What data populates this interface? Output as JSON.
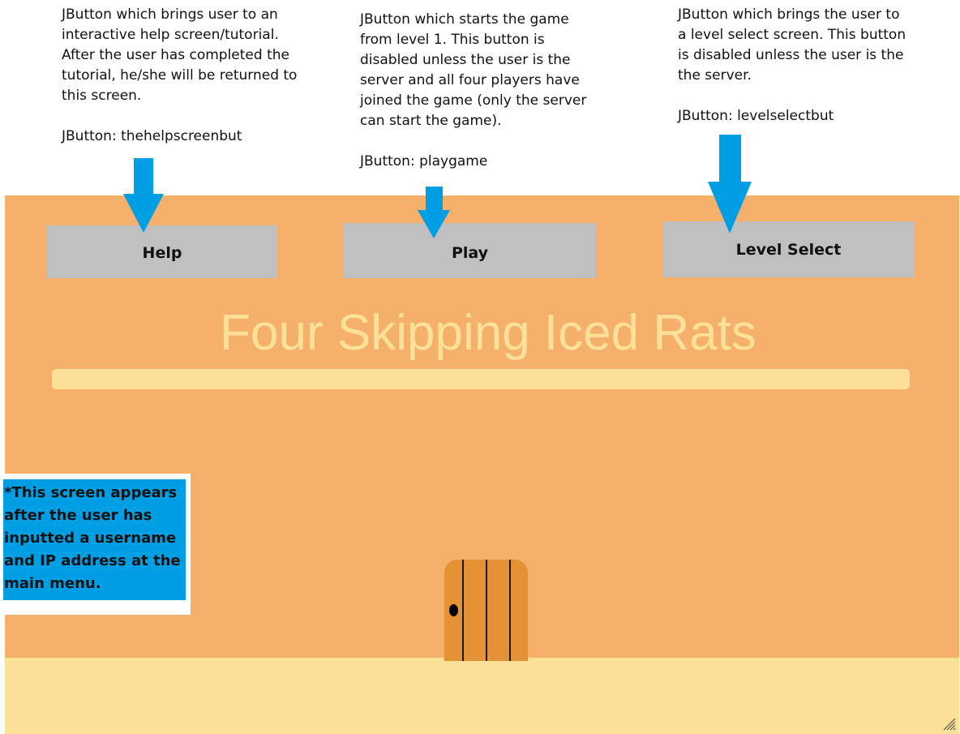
{
  "annotations": {
    "help": "JButton which brings user to an\ninteractive help screen/tutorial.\nAfter the user has completed the\ntutorial, he/she will be returned to\nthis screen.\n\nJButton: thehelpscreenbut",
    "play": "JButton which starts the game\nfrom level 1. This button is\ndisabled unless the user is the\nserver and all four players have\njoined the game (only the server\ncan start the game).\n\nJButton: playgame",
    "level_select": "JButton which brings the user to\na level select screen. This button\nis disabled unless the user is the\nthe server.\n\nJButton: levelselectbut"
  },
  "buttons": {
    "help": "Help",
    "play": "Play",
    "level_select": "Level Select"
  },
  "game": {
    "title": "Four Skipping Iced Rats"
  },
  "note_box": "*This screen appears after the user has inputted a username and IP address at the main menu.",
  "colors": {
    "panel_bg": "#f5b06b",
    "floor": "#fde199",
    "button": "#c0c0c0",
    "arrow": "#009fe3",
    "door": "#e59135",
    "note_box": "#009fe3"
  },
  "icons": {
    "arrow": "down-arrow-icon",
    "door": "door-icon",
    "grip": "resize-grip-icon"
  }
}
